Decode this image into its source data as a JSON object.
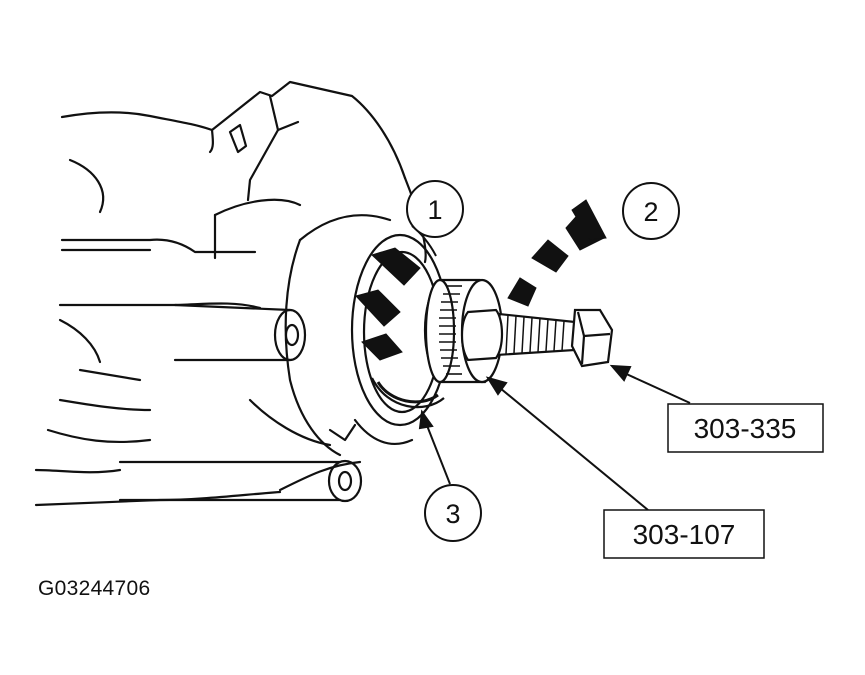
{
  "figure_id": "G03244706",
  "callouts": [
    {
      "number": "1"
    },
    {
      "number": "2"
    },
    {
      "number": "3"
    }
  ],
  "tools": [
    {
      "label": "303-335"
    },
    {
      "label": "303-107"
    }
  ],
  "colors": {
    "line": "#111111",
    "background": "#ffffff"
  }
}
